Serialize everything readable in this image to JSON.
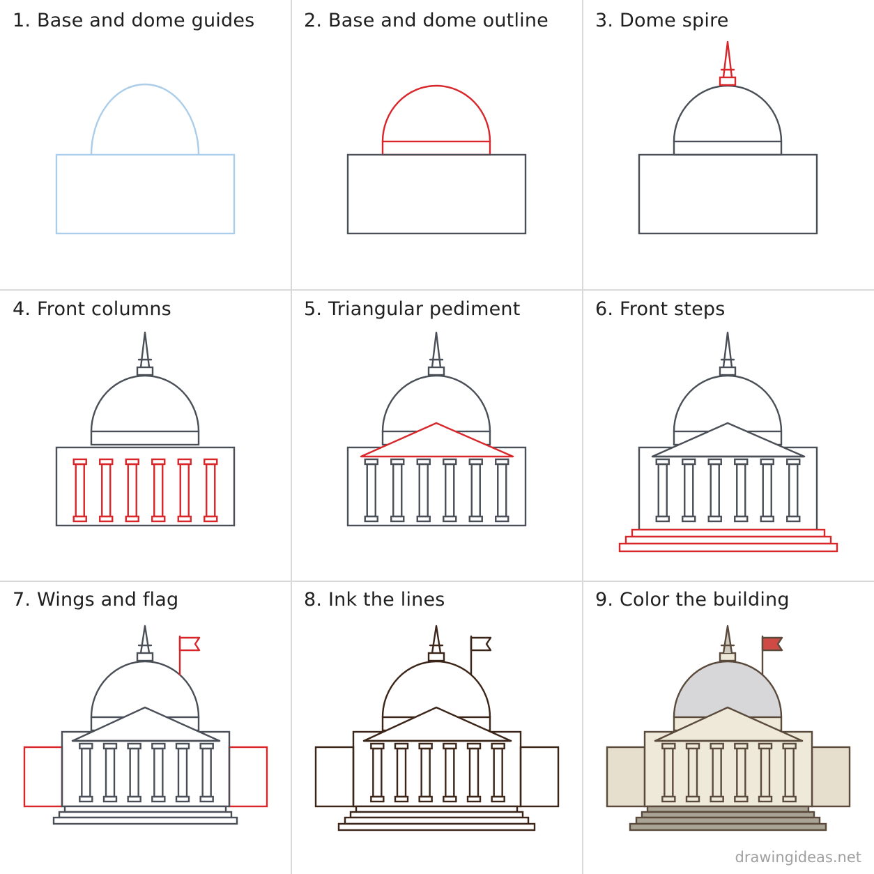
{
  "steps": [
    {
      "number": "1.",
      "title": "Base and dome guides"
    },
    {
      "number": "2.",
      "title": "Base and dome outline"
    },
    {
      "number": "3.",
      "title": "Dome spire"
    },
    {
      "number": "4.",
      "title": "Front columns"
    },
    {
      "number": "5.",
      "title": "Triangular pediment"
    },
    {
      "number": "6.",
      "title": "Front steps"
    },
    {
      "number": "7.",
      "title": "Wings and flag"
    },
    {
      "number": "8.",
      "title": "Ink the lines"
    },
    {
      "number": "9.",
      "title": "Color the building"
    }
  ],
  "watermark": "drawingideas.net",
  "colors": {
    "guide_blue": "#a9cdea",
    "new_red": "#d8262b",
    "pencil_gray": "#4a4f57",
    "ink_brown": "#3b2418",
    "grid_line": "#d9d9d9",
    "dome_fill": "#d7d7d9",
    "body_fill": "#efe9da",
    "wing_fill": "#e6dfcd",
    "steps_fill": "#a9a495",
    "flag_fill": "#d04a45"
  }
}
